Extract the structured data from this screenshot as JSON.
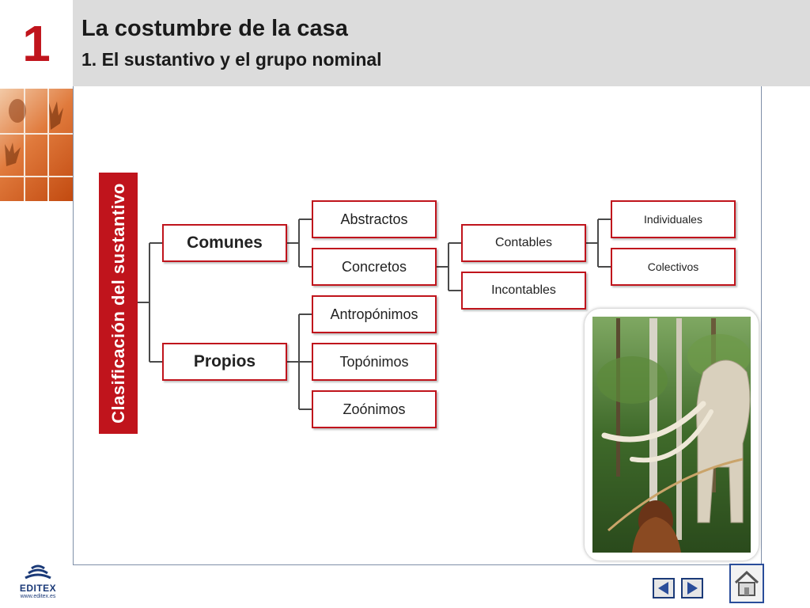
{
  "header": {
    "unit_number": "1",
    "title": "La costumbre de la casa",
    "subtitle": "1. El sustantivo y el grupo nominal"
  },
  "diagram": {
    "root_label": "Clasificación del sustantivo",
    "comunes": {
      "label": "Comunes",
      "abstractos": "Abstractos",
      "concretos": "Concretos",
      "concretos_children": {
        "contables": "Contables",
        "incontables": "Incontables",
        "contables_children": {
          "individuales": "Individuales",
          "colectivos": "Colectivos"
        }
      }
    },
    "propios": {
      "label": "Propios",
      "antroponimos": "Antropónimos",
      "toponimos": "Topónimos",
      "zoonimos": "Zoónimos"
    }
  },
  "footer": {
    "logo_name": "EDITEX",
    "logo_url": "www.editex.es"
  },
  "colors": {
    "accent_red": "#c0141c",
    "header_gray": "#dcdcdc",
    "nav_blue": "#2a4d9a"
  },
  "icons": [
    "prev-arrow-icon",
    "next-arrow-icon",
    "home-icon",
    "editex-logo-icon"
  ]
}
